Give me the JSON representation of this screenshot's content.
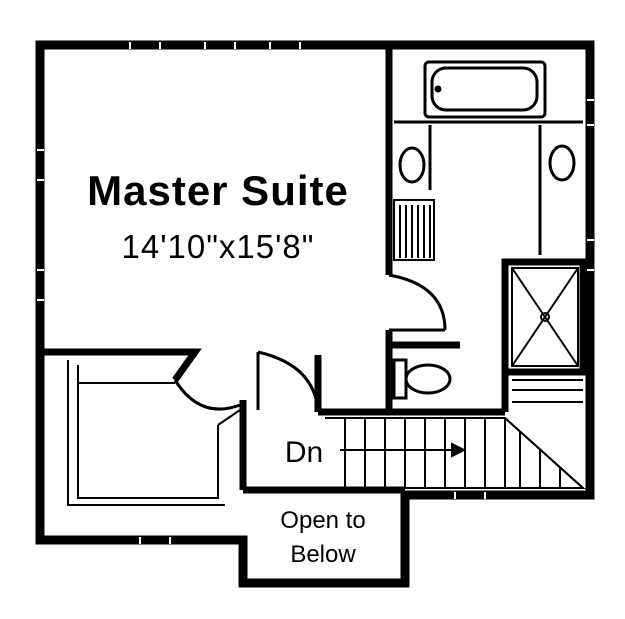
{
  "rooms": {
    "master_suite": {
      "name": "Master Suite",
      "dimensions": "14'10\"x15'8\""
    }
  },
  "stairs": {
    "direction_label": "Dn"
  },
  "open_to_below": {
    "line1": "Open to",
    "line2": "Below"
  },
  "colors": {
    "ink": "#000000",
    "paper": "#ffffff"
  }
}
